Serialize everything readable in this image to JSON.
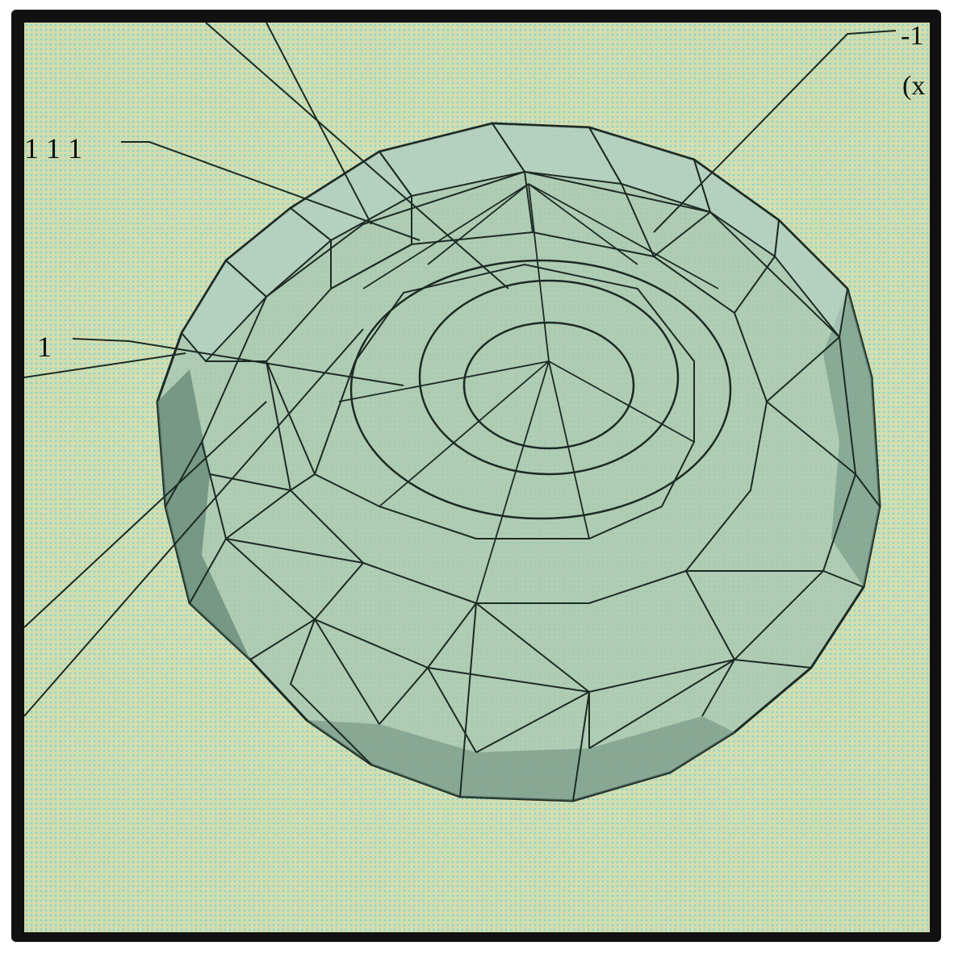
{
  "diagram": {
    "labels": {
      "left_top": "1 1 1",
      "left_mid": "1",
      "top_right": "-1",
      "top_right_sub": "(x"
    },
    "colors": {
      "screen_bg": "#d2e2b8",
      "facet_fill": "#a9c8b0",
      "facet_dark": "#6d8c7c",
      "wire": "#1c2a24"
    }
  }
}
